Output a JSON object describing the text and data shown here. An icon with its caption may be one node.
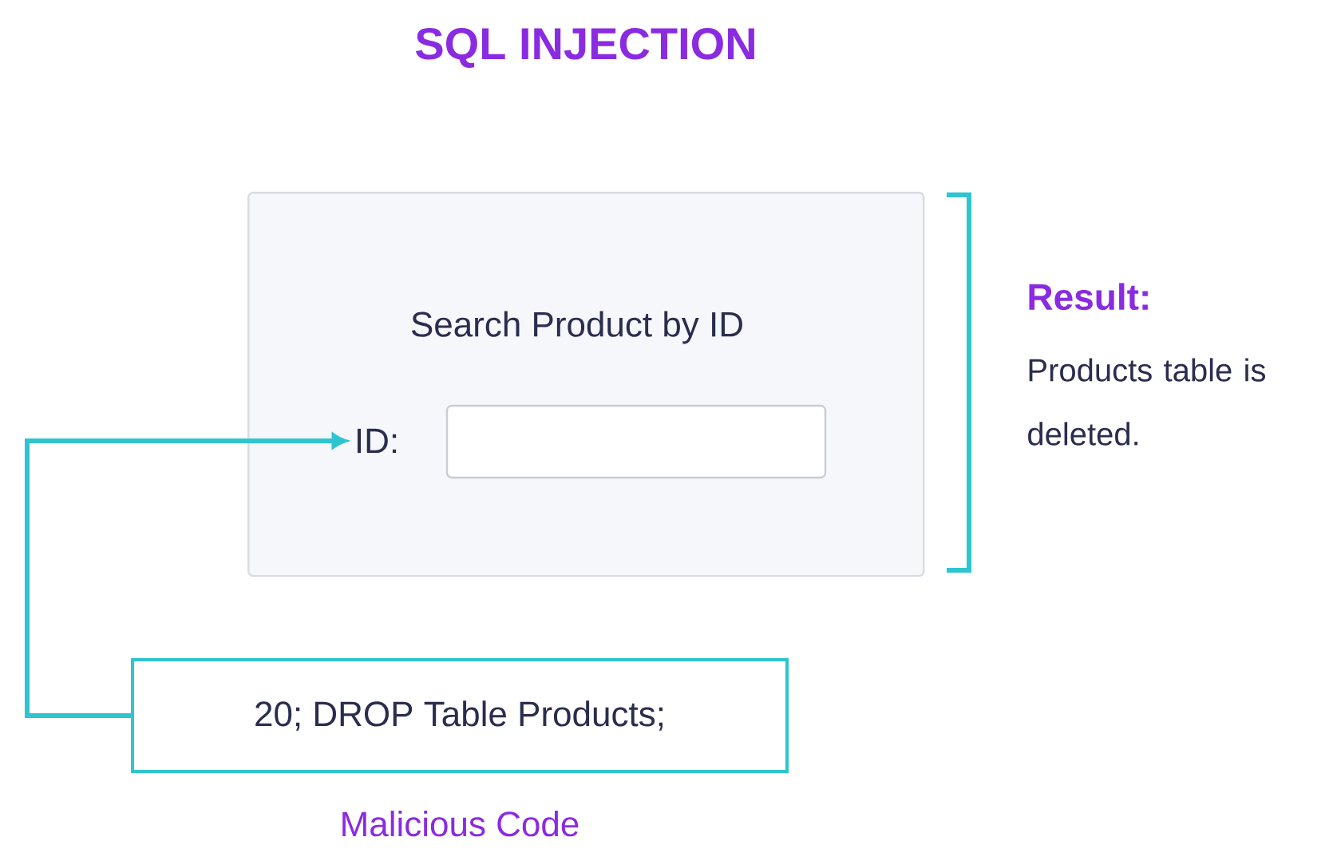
{
  "diagram": {
    "title": "SQL INJECTION",
    "nodes": [
      {
        "text": [
          "Search Product by ID"
        ]
      },
      {
        "text": [
          "ID:"
        ],
        "in": 0
      },
      {
        "text": [],
        "shape": "box",
        "in": 0
      },
      {
        "text": [
          "20; DROP Table Products;"
        ],
        "beside": [
          "Malicious Code"
        ]
      }
    ],
    "edges": [
      {
        "from": 3,
        "to": 1,
        "arrow": "to"
      }
    ],
    "labels": [
      "Result:",
      "Products table is deleted."
    ]
  }
}
